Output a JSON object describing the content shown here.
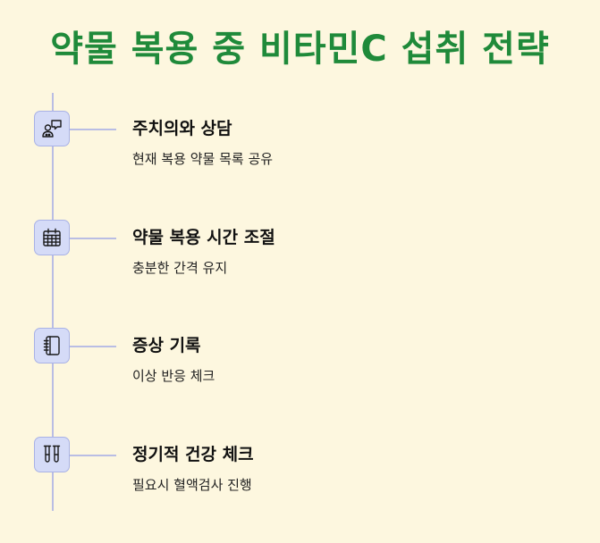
{
  "title": "약물 복용 중 비타민C 섭취 전략",
  "steps": [
    {
      "icon": "doctor-consult-icon",
      "title": "주치의와 상담",
      "description": "현재 복용 약물 목록 공유"
    },
    {
      "icon": "calendar-icon",
      "title": "약물 복용 시간 조절",
      "description": "충분한 간격 유지"
    },
    {
      "icon": "notebook-icon",
      "title": "증상 기록",
      "description": "이상 반응 체크"
    },
    {
      "icon": "test-tubes-icon",
      "title": "정기적 건강 체크",
      "description": "필요시 혈액검사 진행"
    }
  ],
  "colors": {
    "background": "#fdf7df",
    "title": "#1f8a3a",
    "timeline": "#b9bde4",
    "icon_fill": "#d5dbf7"
  }
}
